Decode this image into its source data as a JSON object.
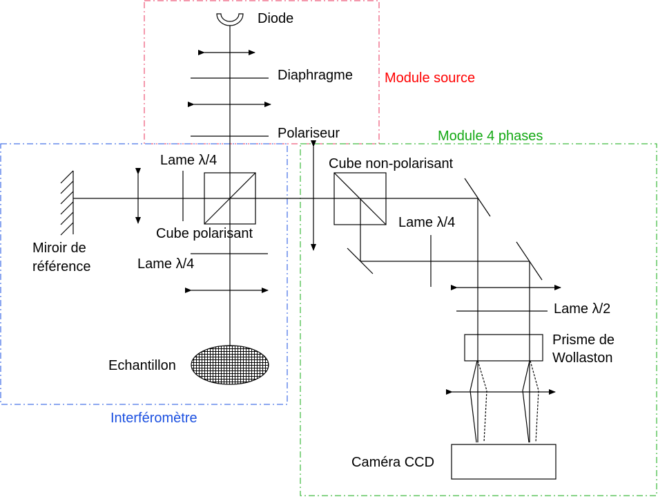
{
  "diagram": {
    "modules": {
      "source": {
        "label": "Module source",
        "color": "#ff0000",
        "border_color": "#e8305a"
      },
      "interferometer": {
        "label": "Interféromètre",
        "color": "#1a4fe0",
        "border_color": "#1a4fe0"
      },
      "four_phases": {
        "label": "Module 4 phases",
        "color": "#12a812",
        "border_color": "#12a812"
      }
    },
    "components": {
      "diode": "Diode",
      "diaphragm": "Diaphragme",
      "polarizer": "Polariseur",
      "quarter_wave_ref": "Lame λ/4",
      "polarizing_cube": "Cube polarisant",
      "quarter_wave_sample": "Lame λ/4",
      "reference_mirror_line1": "Miroir de",
      "reference_mirror_line2": "référence",
      "sample": "Echantillon",
      "non_polarizing_cube": "Cube non-polarisant",
      "quarter_wave_4phase": "Lame λ/4",
      "half_wave": "Lame λ/2",
      "wollaston_line1": "Prisme de",
      "wollaston_line2": "Wollaston",
      "ccd_camera": "Caméra CCD"
    }
  }
}
